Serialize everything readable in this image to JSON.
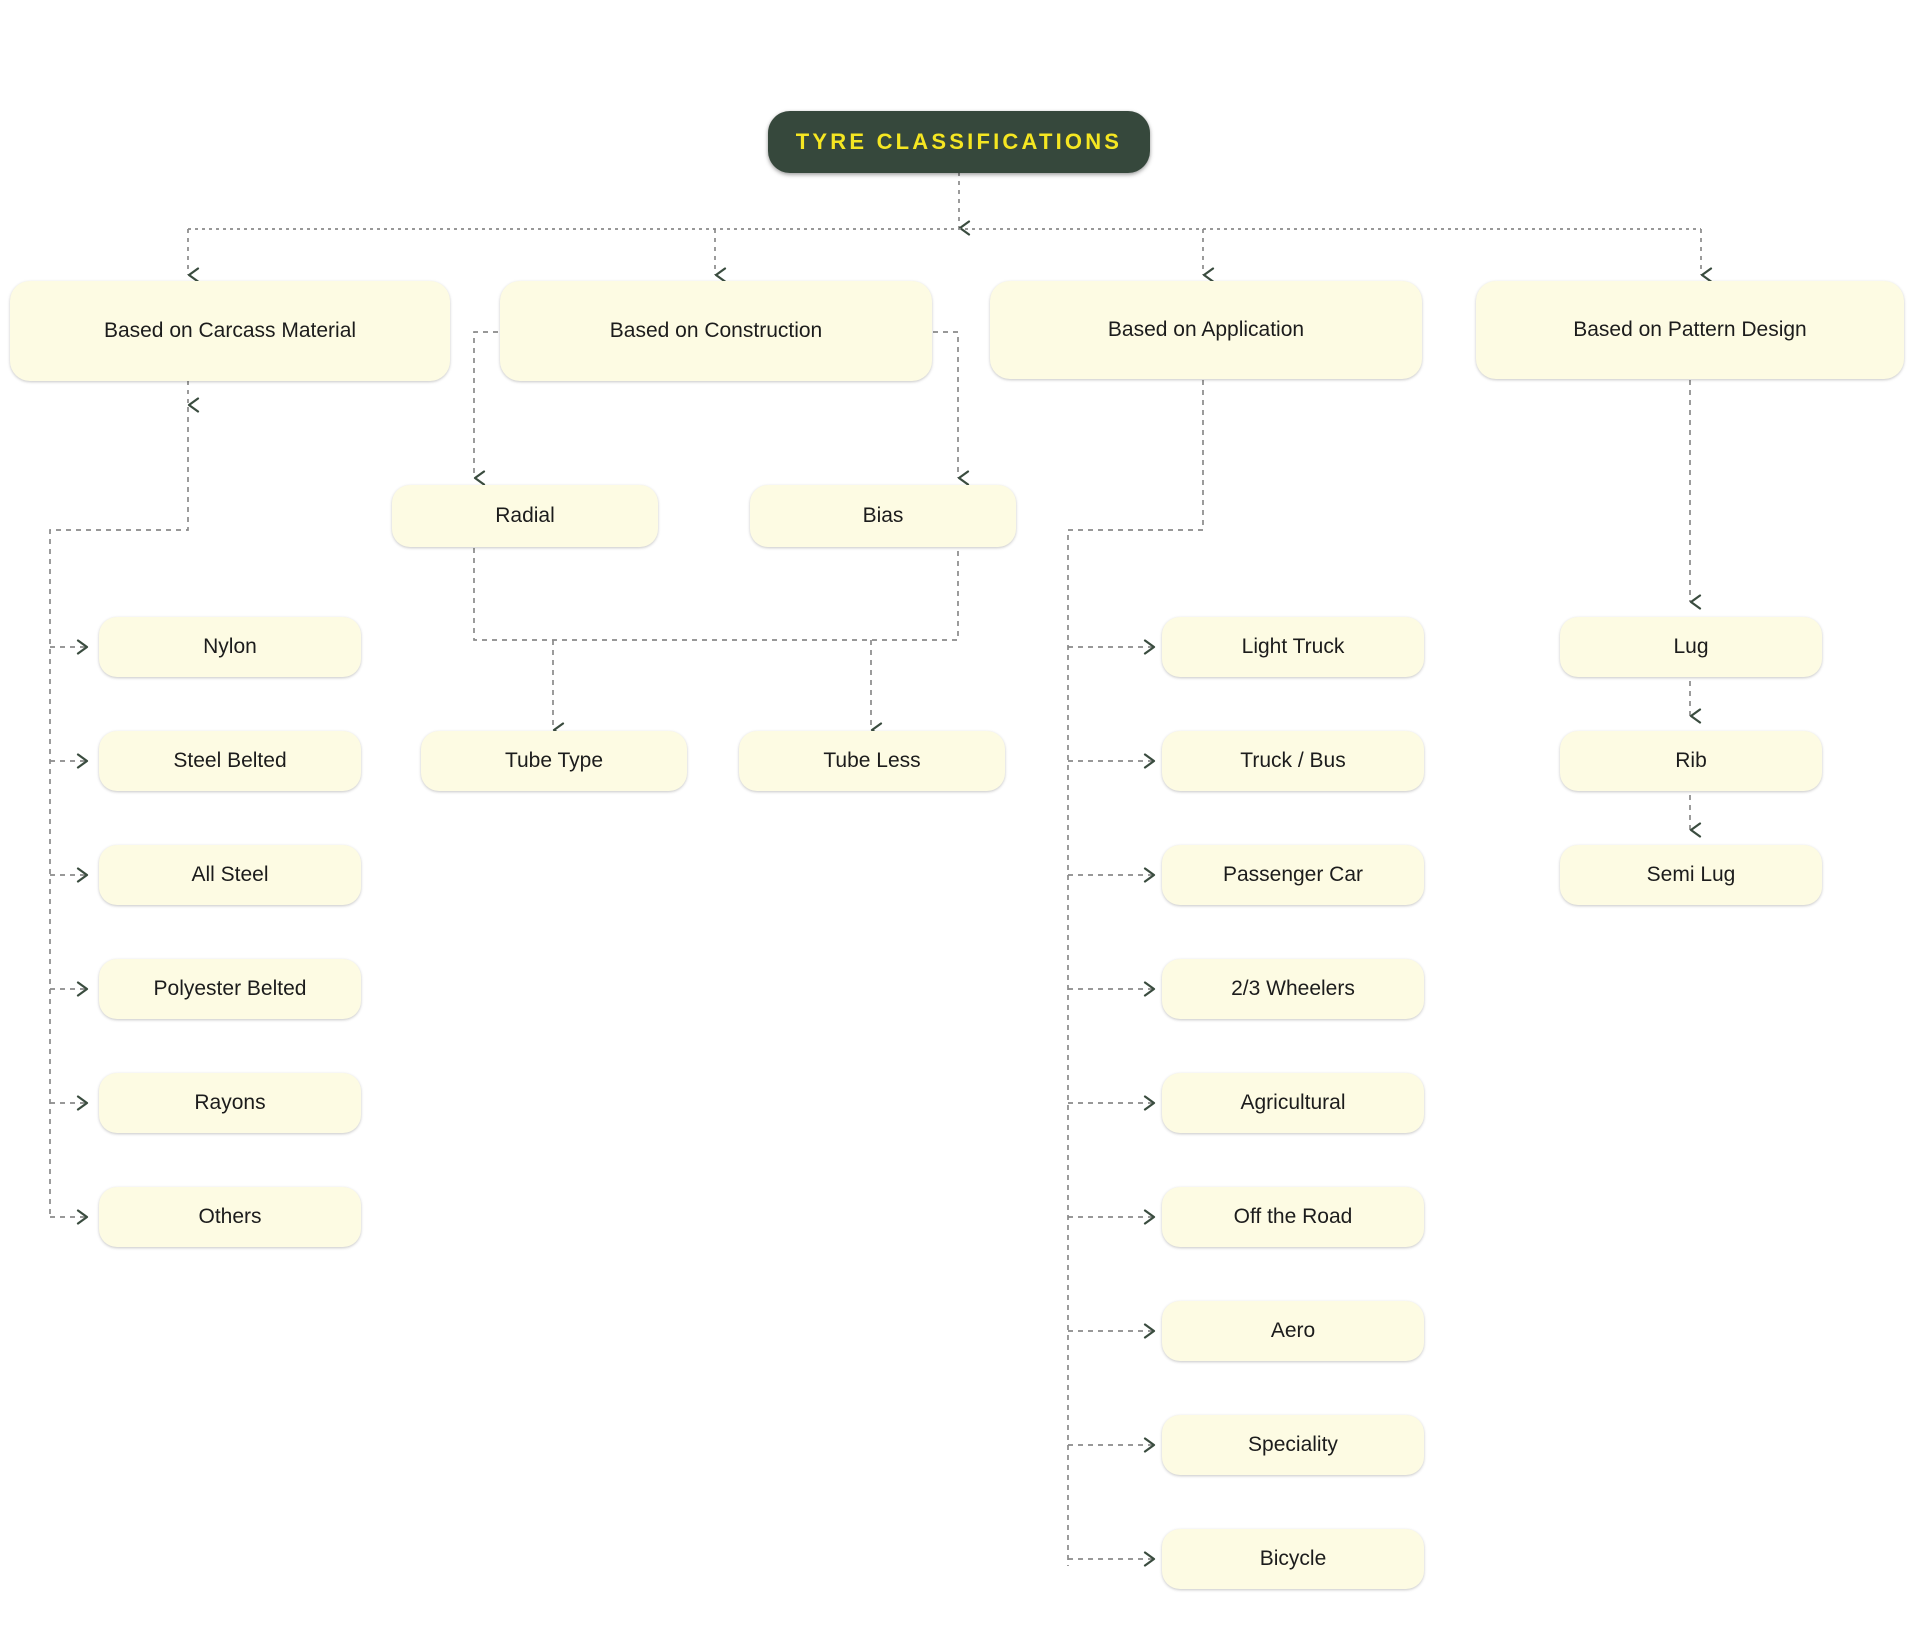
{
  "diagram": {
    "title": "TYRE CLASSIFICATIONS",
    "colors": {
      "root_fill": "#36483C",
      "root_text": "#F5E622",
      "node_fill": "#FDFBE3",
      "node_text": "#1C1C1C",
      "connector": "#8A8A8A",
      "arrowhead": "#3A4C3F",
      "background": "#FFFFFF"
    },
    "root": {
      "label": "TYRE CLASSIFICATIONS"
    },
    "categories": [
      {
        "id": "carcass",
        "label": "Based on Carcass Material"
      },
      {
        "id": "construction",
        "label": "Based on Construction"
      },
      {
        "id": "application",
        "label": "Based on Application"
      },
      {
        "id": "pattern",
        "label": "Based on Pattern Design"
      }
    ],
    "carcass_items": [
      {
        "label": "Nylon"
      },
      {
        "label": "Steel Belted"
      },
      {
        "label": "All Steel"
      },
      {
        "label": "Polyester Belted"
      },
      {
        "label": "Rayons"
      },
      {
        "label": "Others"
      }
    ],
    "construction_items": [
      {
        "label": "Radial"
      },
      {
        "label": "Bias"
      }
    ],
    "construction_sub_items": [
      {
        "label": "Tube Type"
      },
      {
        "label": "Tube Less"
      }
    ],
    "application_items": [
      {
        "label": "Light Truck"
      },
      {
        "label": "Truck / Bus"
      },
      {
        "label": "Passenger Car"
      },
      {
        "label": "2/3 Wheelers"
      },
      {
        "label": "Agricultural"
      },
      {
        "label": "Off the Road"
      },
      {
        "label": "Aero"
      },
      {
        "label": "Speciality"
      },
      {
        "label": "Bicycle"
      }
    ],
    "pattern_items": [
      {
        "label": "Lug"
      },
      {
        "label": "Rib"
      },
      {
        "label": "Semi Lug"
      }
    ]
  }
}
